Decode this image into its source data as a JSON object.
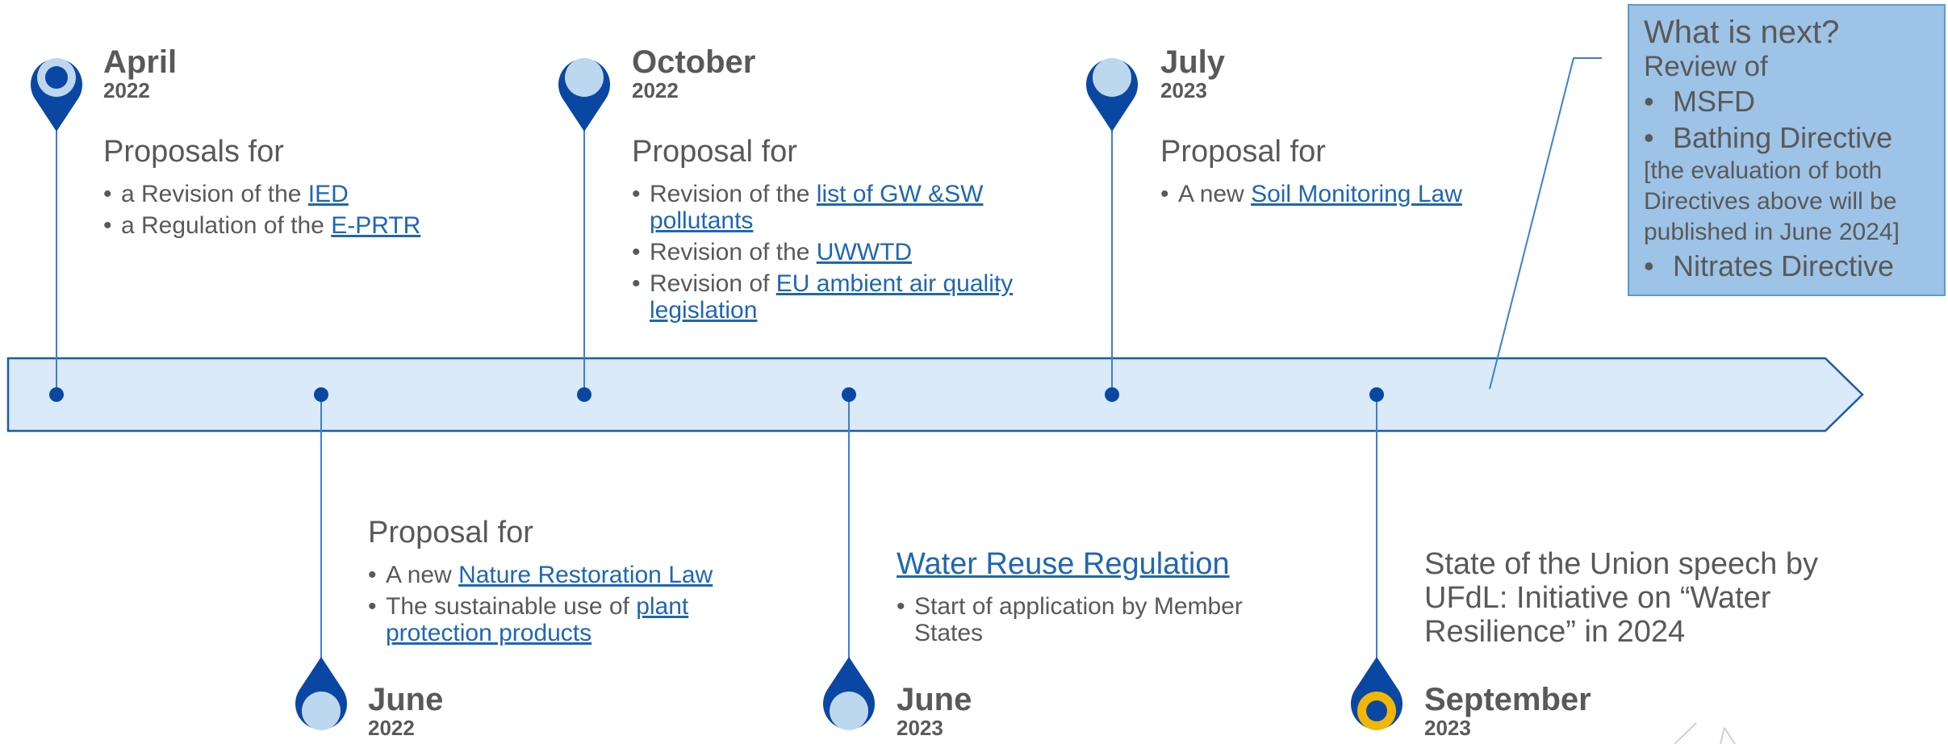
{
  "milestones": [
    {
      "month": "April",
      "year": "2022",
      "heading": "Proposals for",
      "items": [
        {
          "pre": "a Revision of the ",
          "link": "IED"
        },
        {
          "pre": "a Regulation of the ",
          "link": "E-PRTR"
        }
      ]
    },
    {
      "month": "October",
      "year": "2022",
      "heading": "Proposal for",
      "items": [
        {
          "pre": "Revision of the ",
          "link": "list of GW &SW pollutants"
        },
        {
          "pre": "Revision of the ",
          "link": "UWWTD"
        },
        {
          "pre": "Revision of ",
          "link": "EU ambient air quality legislation"
        }
      ]
    },
    {
      "month": "July",
      "year": "2023",
      "heading": "Proposal for",
      "items": [
        {
          "pre": "A new ",
          "link": "Soil Monitoring Law"
        }
      ]
    },
    {
      "month": "June",
      "year": "2022",
      "heading": "Proposal for",
      "items": [
        {
          "pre": "A new ",
          "link": "Nature Restoration Law"
        },
        {
          "pre": "The sustainable use of ",
          "link": "plant protection products"
        }
      ]
    },
    {
      "month": "June",
      "year": "2023",
      "heading": "Water Reuse Regulation",
      "items": [
        {
          "pre": "Start of application by Member States",
          "link": ""
        }
      ]
    },
    {
      "month": "September",
      "year": "2023",
      "text": "State of the Union speech by UFdL: Initiative on “Water Resilience” in 2024"
    }
  ],
  "next_box": {
    "title": "What is next?",
    "subtitle": "Review of",
    "items_a": [
      "MSFD",
      "Bathing Directive"
    ],
    "note": "[the evaluation of both Directives above will be published in June 2024]",
    "items_b": [
      "Nitrates Directive"
    ]
  },
  "colors": {
    "arrow_fill": "#daeaf8",
    "arrow_stroke": "#1e5aa8",
    "pin_dark": "#0a47a3",
    "pin_light": "#bdd7ee",
    "highlight": "#f2b705",
    "link": "#1f66b3",
    "text": "#595959",
    "box_fill": "#9dc3e6"
  }
}
